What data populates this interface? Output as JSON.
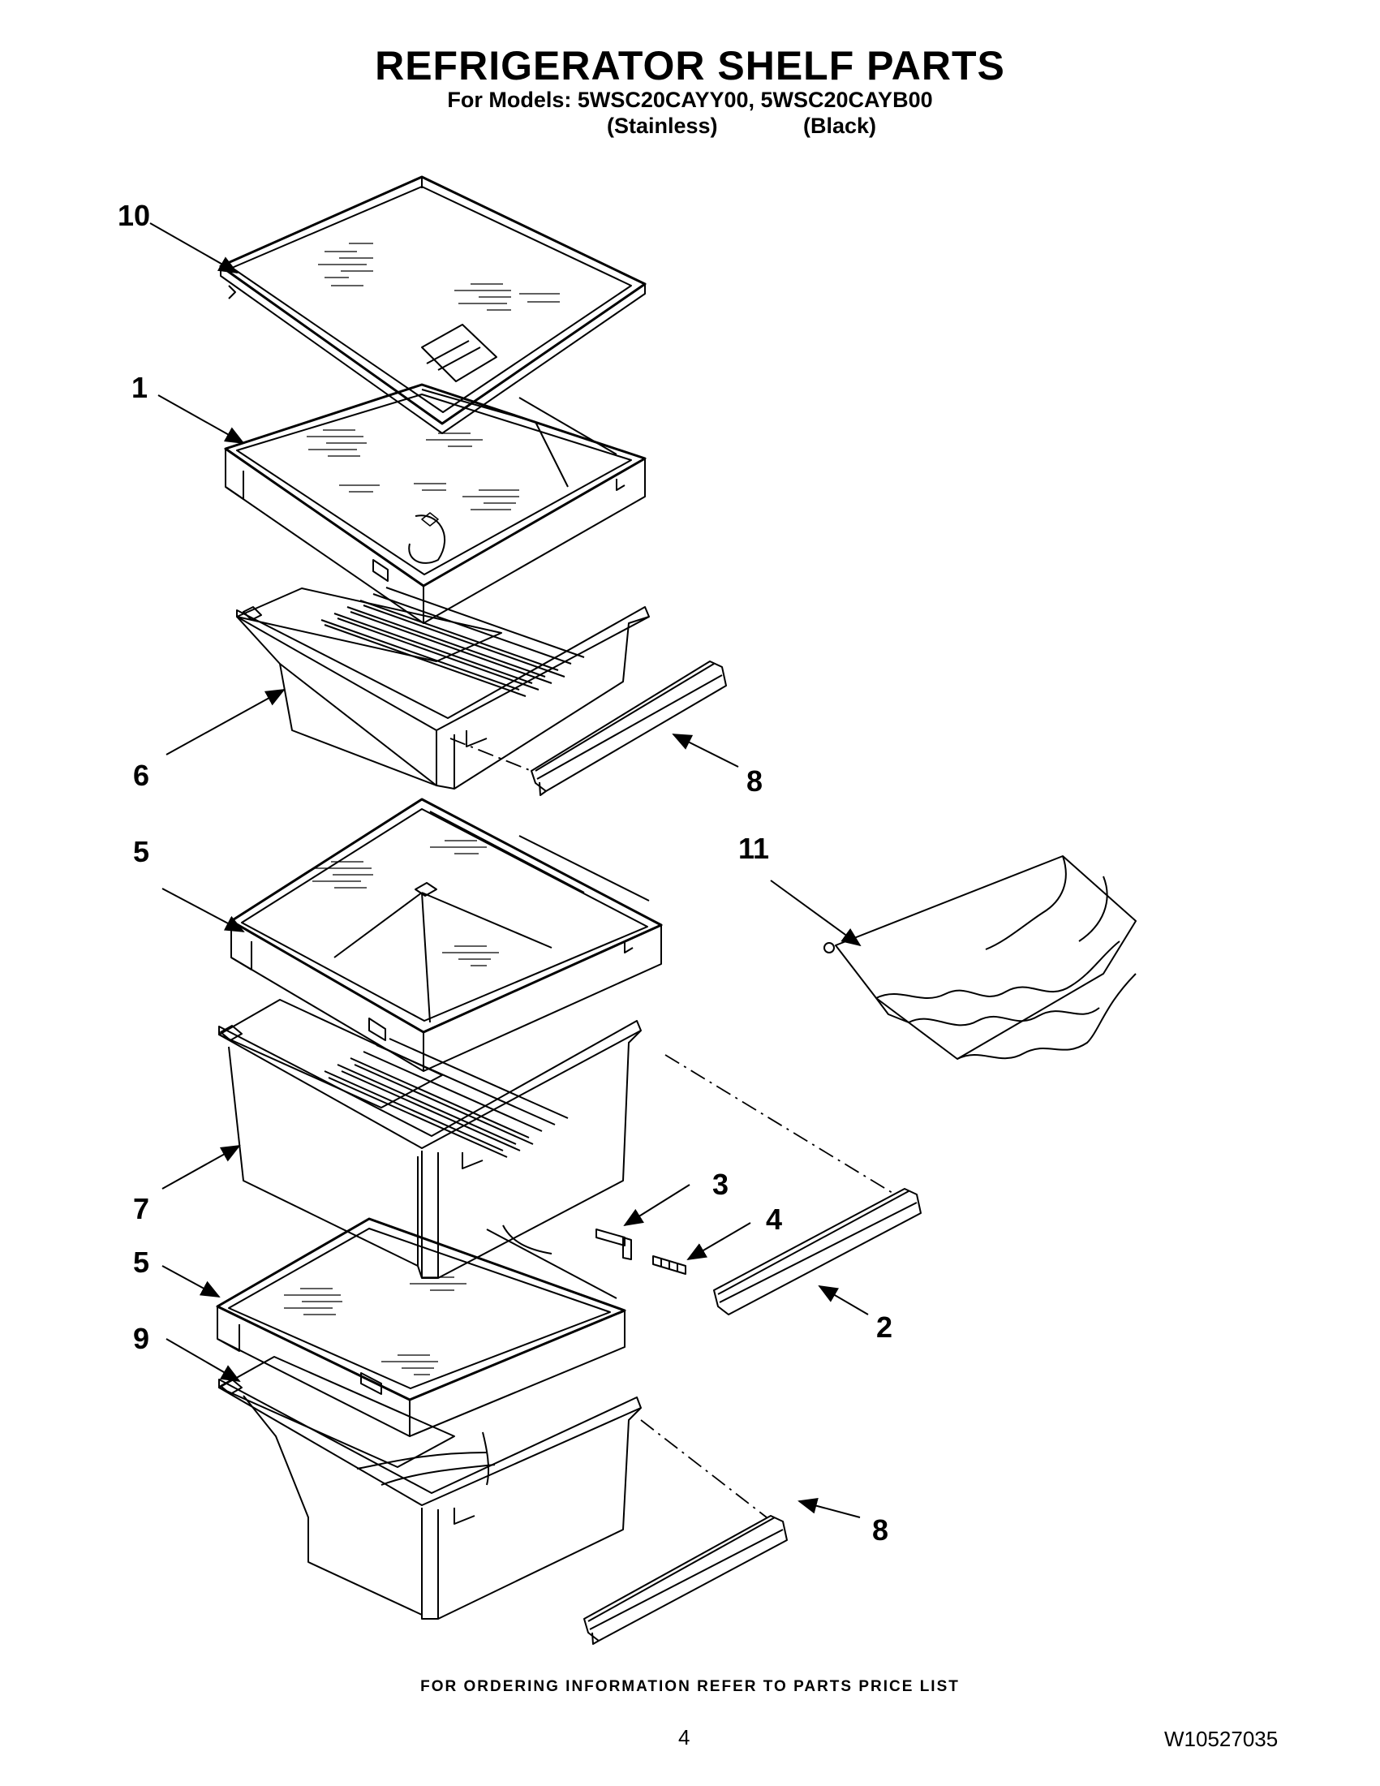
{
  "header": {
    "title": "REFRIGERATOR SHELF PARTS",
    "models_line": "For Models: 5WSC20CAYY00, 5WSC20CAYB00",
    "variant_stainless": "(Stainless)",
    "variant_black": "(Black)"
  },
  "callouts": {
    "c10": "10",
    "c1": "1",
    "c6": "6",
    "c8a": "8",
    "c5a": "5",
    "c11": "11",
    "c7": "7",
    "c3": "3",
    "c4": "4",
    "c5b": "5",
    "c2": "2",
    "c9": "9",
    "c8b": "8"
  },
  "footer": {
    "note": "FOR ORDERING INFORMATION REFER TO PARTS PRICE LIST",
    "page_number": "4",
    "document_number": "W10527035"
  }
}
